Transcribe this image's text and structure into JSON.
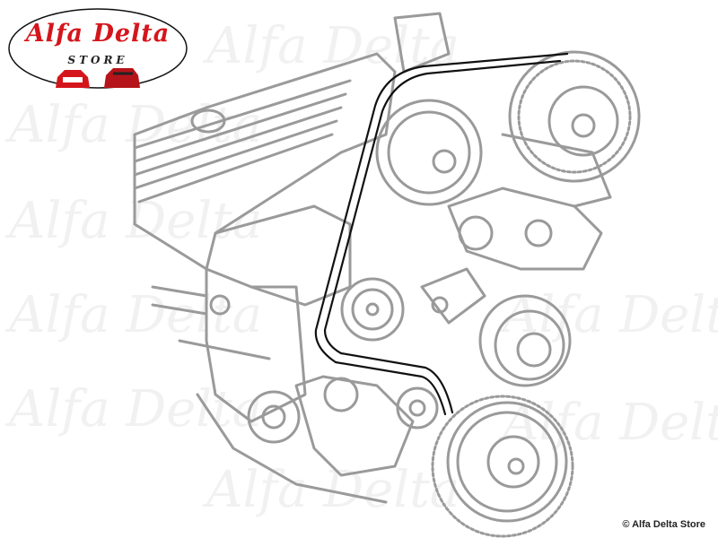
{
  "logo": {
    "title": "Alfa Delta",
    "subtitle": "STORE"
  },
  "watermark": {
    "text": "Alfa Delta"
  },
  "copyright": "© Alfa Delta Store",
  "colors": {
    "line": "#9a9a9a",
    "belt": "#111111",
    "brand_red": "#d4161c"
  }
}
